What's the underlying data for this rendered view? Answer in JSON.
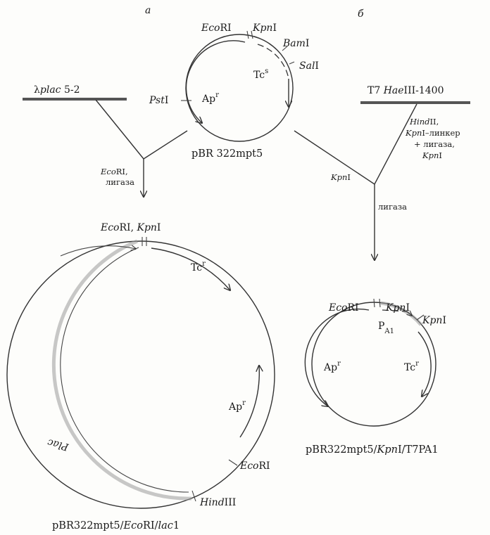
{
  "panels": {
    "a": "а",
    "b": "б"
  },
  "fragments": {
    "left": {
      "pre": "λ",
      "italic": "plac",
      "post": " 5-2"
    },
    "right": {
      "pre": "T7 ",
      "italic": "Hae",
      "post": "III-1400"
    }
  },
  "vector": {
    "name": "pBR 322mpt5",
    "sites": {
      "ecori": {
        "italic": "Eco",
        "post": "RI"
      },
      "kpni": {
        "italic": "Kpn",
        "post": "I"
      },
      "bami": {
        "italic": "Bam",
        "post": "I"
      },
      "sali": {
        "italic": "Sal",
        "post": "I"
      },
      "psti": {
        "italic": "Pst",
        "post": "I"
      }
    },
    "genes": {
      "ap": "Ap",
      "ap_sup": "r",
      "tc": "Tc",
      "tc_sup": "s"
    }
  },
  "steps": {
    "left_enzyme": {
      "italic": "Eco",
      "post": "RI,"
    },
    "left_ligase": "лигаза",
    "right_kpni": {
      "italic": "Kpn",
      "post": "I"
    },
    "right_treat_1": {
      "italic": "Hind",
      "post": "II,"
    },
    "right_treat_2": {
      "italic": "Kpn",
      "post": "I–линкер"
    },
    "right_treat_3": "+ лигаза,",
    "right_treat_4": {
      "italic": "Kpn",
      "post": "I"
    },
    "right_ligase": "лигаза"
  },
  "product_lac": {
    "name": {
      "pre": "pBR322mpt5/",
      "italic": "Eco",
      "mid": "RI/",
      "italic2": "lac",
      "post": "1"
    },
    "sites": {
      "top": {
        "italic1": "Eco",
        "mid": "RI, ",
        "italic2": "Kpn",
        "post": "I"
      },
      "ecori": {
        "italic": "Eco",
        "post": "RI"
      },
      "hindiii": {
        "italic": "Hind",
        "post": "III"
      }
    },
    "genes": {
      "tc": "Tc",
      "tc_sup": "r",
      "ap": "Ap",
      "ap_sup": "r",
      "plac": "Plac"
    }
  },
  "product_t7": {
    "name": {
      "pre": "pBR322mpt5/",
      "italic": "Kpn",
      "mid": "I/T7PA1"
    },
    "sites": {
      "ecori": {
        "italic": "Eco",
        "post": "RI"
      },
      "kpni": {
        "italic": "Kpn",
        "post": "I"
      },
      "kpni2": {
        "italic": "Kpn",
        "post": "I"
      }
    },
    "genes": {
      "pa1": "P",
      "pa1_sub": "A1",
      "ap": "Ap",
      "ap_sup": "r",
      "tc": "Tc",
      "tc_sup": "r"
    }
  }
}
